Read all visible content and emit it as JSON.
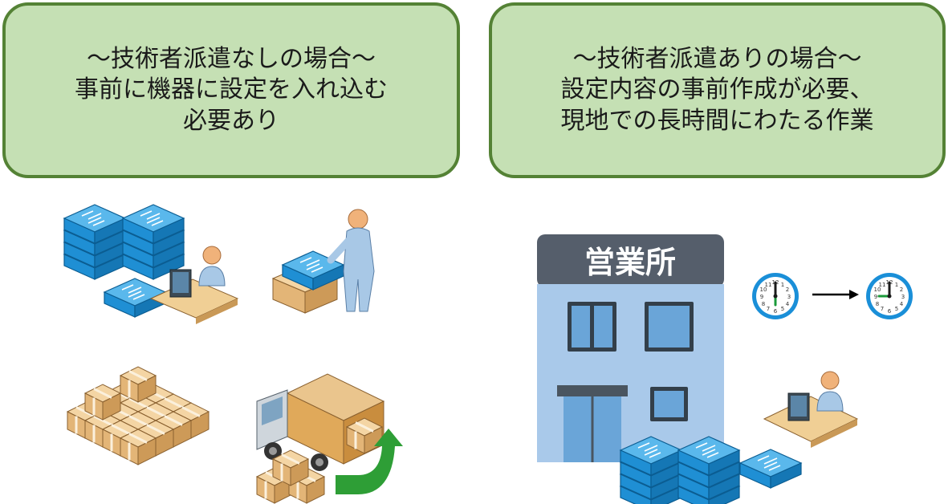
{
  "left_callout": {
    "lines": [
      "～技術者派遣なしの場合～",
      "事前に機器に設定を入れ込む",
      "必要あり"
    ]
  },
  "right_callout": {
    "lines": [
      "～技術者派遣ありの場合～",
      "設定内容の事前作成が必要、",
      "現地での長時間にわたる作業"
    ]
  },
  "office": {
    "sign": "営業所"
  },
  "icons": [
    "network-switch-stack-icon",
    "network-switch-icon",
    "technician-at-desk-icon",
    "person-packing-box-icon",
    "cardboard-boxes-pallet-icon",
    "delivery-truck-icon",
    "office-building-icon",
    "clock-icon",
    "right-arrow-icon"
  ],
  "colors": {
    "callout_fill": "#c5e0b4",
    "callout_border": "#548235",
    "switch_blue": "#1f8fd4",
    "box_tan": "#e3b577",
    "arrow_green": "#2e9e36"
  }
}
